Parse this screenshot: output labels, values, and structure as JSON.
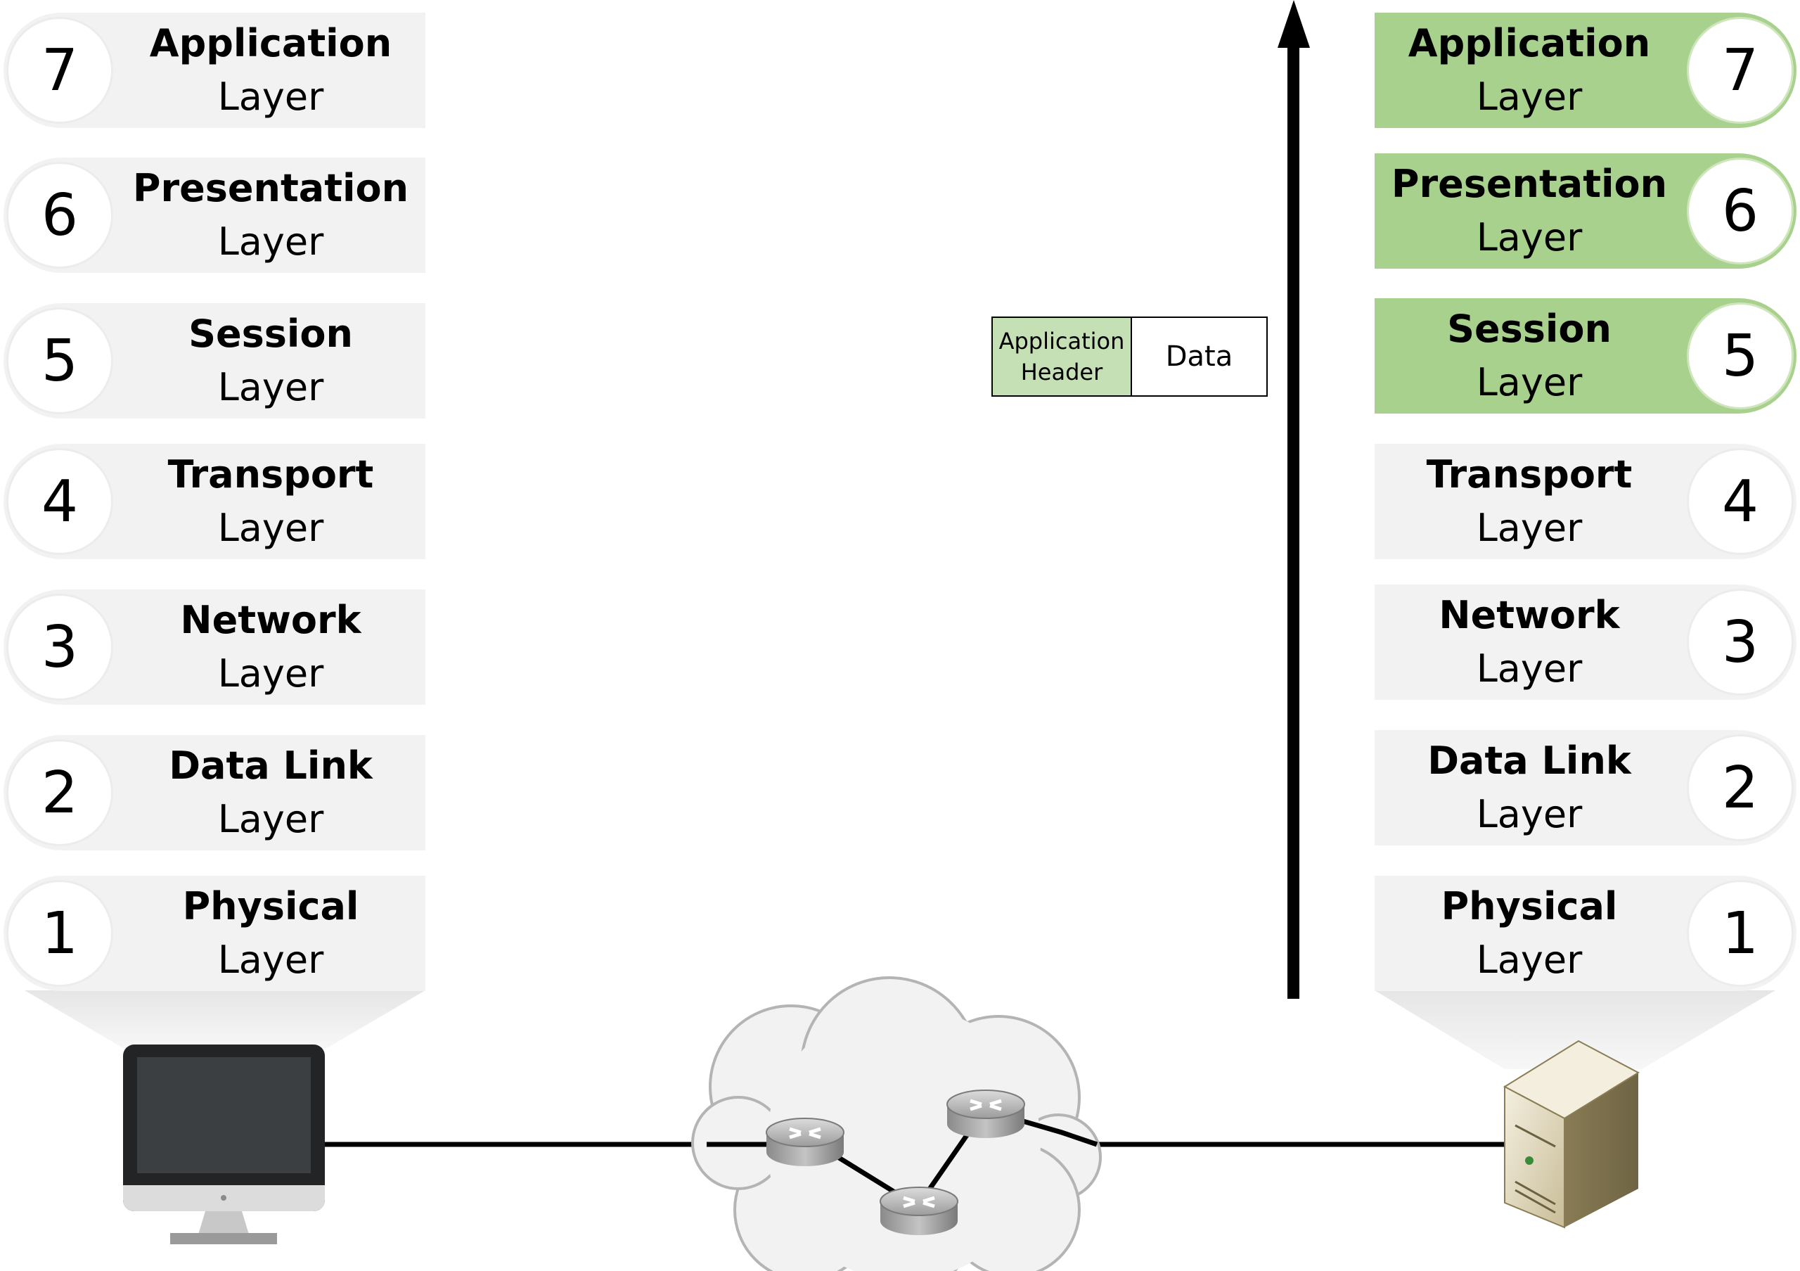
{
  "left_stack": [
    {
      "number": "7",
      "name": "Application",
      "suffix": "Layer",
      "active": false
    },
    {
      "number": "6",
      "name": "Presentation",
      "suffix": "Layer",
      "active": false
    },
    {
      "number": "5",
      "name": "Session",
      "suffix": "Layer",
      "active": false
    },
    {
      "number": "4",
      "name": "Transport",
      "suffix": "Layer",
      "active": false
    },
    {
      "number": "3",
      "name": "Network",
      "suffix": "Layer",
      "active": false
    },
    {
      "number": "2",
      "name": "Data Link",
      "suffix": "Layer",
      "active": false
    },
    {
      "number": "1",
      "name": "Physical",
      "suffix": "Layer",
      "active": false
    }
  ],
  "right_stack": [
    {
      "number": "7",
      "name": "Application",
      "suffix": "Layer",
      "active": true
    },
    {
      "number": "6",
      "name": "Presentation",
      "suffix": "Layer",
      "active": true
    },
    {
      "number": "5",
      "name": "Session",
      "suffix": "Layer",
      "active": true
    },
    {
      "number": "4",
      "name": "Transport",
      "suffix": "Layer",
      "active": false
    },
    {
      "number": "3",
      "name": "Network",
      "suffix": "Layer",
      "active": false
    },
    {
      "number": "2",
      "name": "Data Link",
      "suffix": "Layer",
      "active": false
    },
    {
      "number": "1",
      "name": "Physical",
      "suffix": "Layer",
      "active": false
    }
  ],
  "pdu": {
    "header_line1": "Application",
    "header_line2": "Header",
    "data": "Data"
  },
  "colors": {
    "active_layer": "#a9d18e",
    "inactive_layer": "#f2f2f2",
    "pdu_header": "#c5e0b4",
    "arrow": "#000000"
  },
  "icons": {
    "source_device": "computer-monitor-icon",
    "destination_device": "server-tower-icon",
    "network": "cloud-icon",
    "routers": "router-icon"
  }
}
